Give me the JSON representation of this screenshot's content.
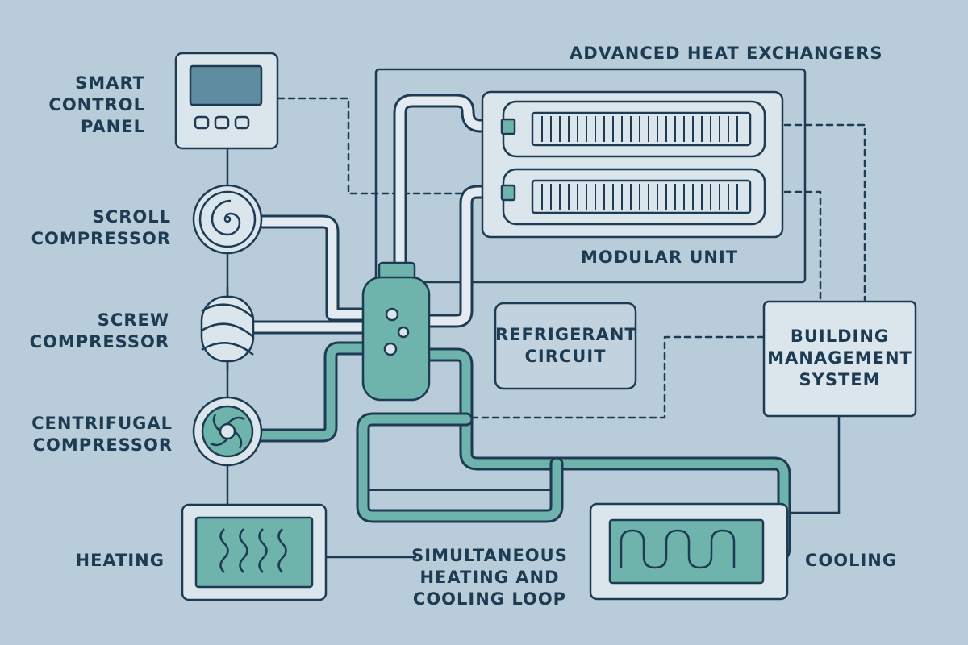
{
  "labels": {
    "smart_control_panel": "SMART\nCONTROL\nPANEL",
    "scroll_compressor": "SCROLL\nCOMPRESSOR",
    "screw_compressor": "SCREW\nCOMPRESSOR",
    "centrifugal_compressor": "CENTRIFUGAL\nCOMPRESSOR",
    "heating": "HEATING",
    "advanced_heat_exchangers": "ADVANCED HEAT EXCHANGERS",
    "modular_unit": "MODULAR UNIT",
    "refrigerant_circuit": "REFRIGERANT\nCIRCUIT",
    "building_management_system": "BUILDING\nMANAGEMENT\nSYSTEM",
    "simultaneous_loop": "SIMULTANEOUS\nHEATING AND\nCOOLING LOOP",
    "cooling": "COOLING"
  },
  "colors": {
    "background": "#b9ccd9",
    "outline": "#1d3b52",
    "panel_fill": "#dbe5ec",
    "screen_fill": "#5f8ca0",
    "teal_fill": "#6fb3ad",
    "pipe_fill": "#e3ebf0"
  }
}
